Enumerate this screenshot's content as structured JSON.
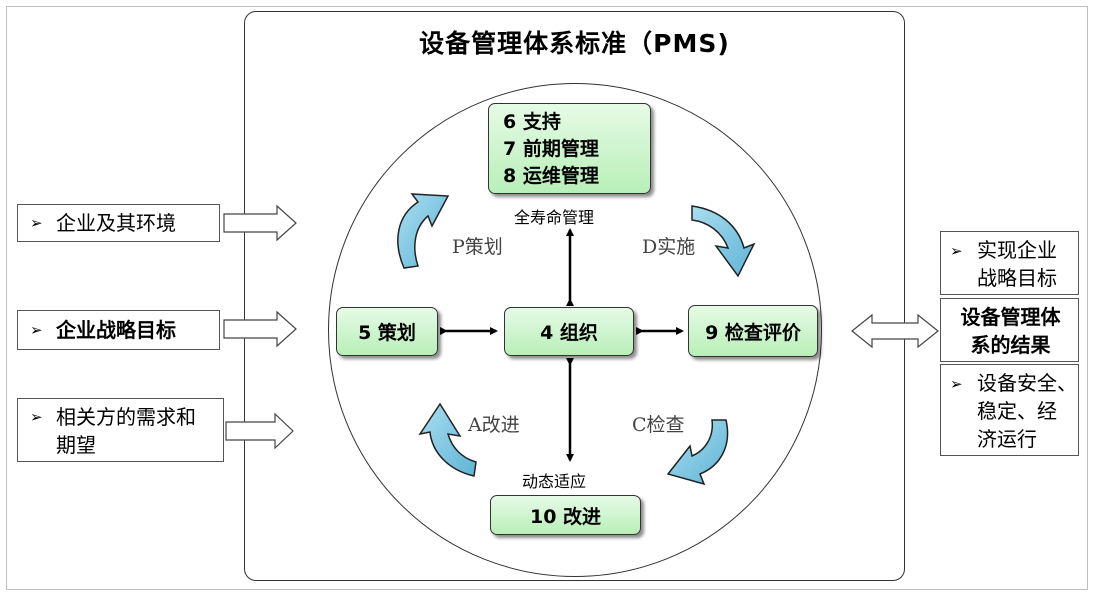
{
  "title": "设备管理体系标准（PMS)",
  "inputs": [
    {
      "bullet": "➢",
      "text": "企业及其环境"
    },
    {
      "bullet": "➢",
      "text": "企业战略目标"
    },
    {
      "bullet": "➢",
      "text": "相关方的需求和期望"
    }
  ],
  "inputs_lines": [
    "相关方的需求和",
    "期望"
  ],
  "boxes": {
    "top": [
      "6 支持",
      "7 前期管理",
      "8 运维管理"
    ],
    "left": "5 策划",
    "center": "4 组织",
    "right": "9 检查评价",
    "bottom": "10 改进"
  },
  "labels": {
    "top": "全寿命管理",
    "bottom": "动态适应"
  },
  "phases": {
    "plan": "P策划",
    "do": "D实施",
    "check": "C检查",
    "act": "A改进"
  },
  "results": {
    "top_lines": [
      "实现企业",
      "战略目标"
    ],
    "middle_lines": [
      "设备管理体",
      "系的结果"
    ],
    "bottom_lines": [
      "设备安全、",
      "稳定、经",
      "济运行"
    ],
    "bullet": "➢"
  },
  "colors": {
    "box_fill_top": "#e6fbe6",
    "box_fill_bottom": "#b8efb8",
    "arrow_blue": "#7ec8e3"
  }
}
